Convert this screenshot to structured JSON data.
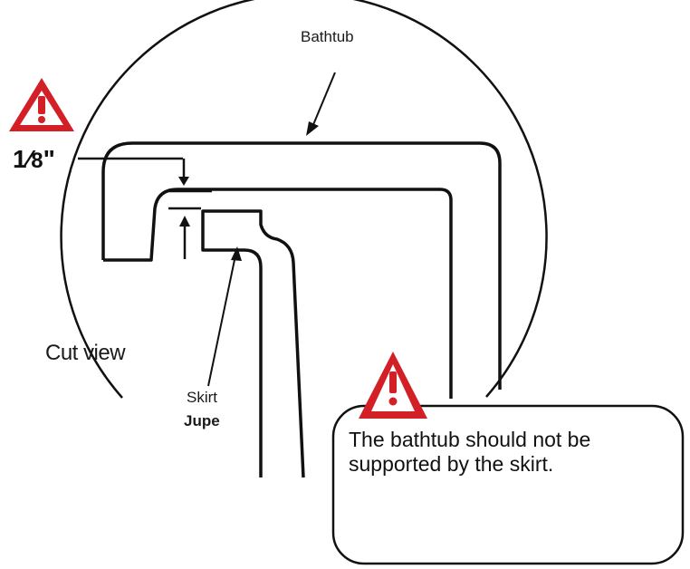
{
  "labels": {
    "bathtub": "Bathtub",
    "gap_numerator": "1",
    "gap_denominator": "8",
    "gap_unit": "\"",
    "cut_view": "Cut view",
    "skirt": "Skirt",
    "jupe": "Jupe"
  },
  "callout": {
    "line1": "The bathtub should not be",
    "line2": "supported by the skirt."
  },
  "colors": {
    "warning": "#d32027",
    "line": "#111111"
  },
  "icons": {
    "warning_top": "warning-triangle-icon",
    "warning_callout": "warning-triangle-icon"
  }
}
